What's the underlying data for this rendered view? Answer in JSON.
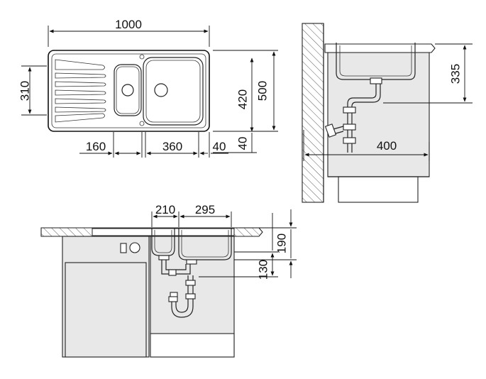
{
  "top_view": {
    "width_total": "1000",
    "depth_total": "500",
    "depth_inner": "420",
    "bowl_depth": "310",
    "drainer_offset": "160",
    "bowl_spacing": "360",
    "edge_offset_right": "40",
    "edge_offset_bottom": "40"
  },
  "side_view": {
    "height": "335",
    "wall_distance": "400"
  },
  "front_view": {
    "small_bowl_width": "210",
    "large_bowl_width": "295",
    "depth": "190",
    "drain_height": "130"
  },
  "icons": [
    "sink-plan-drawing",
    "wall-hatch",
    "siphon-trap"
  ]
}
